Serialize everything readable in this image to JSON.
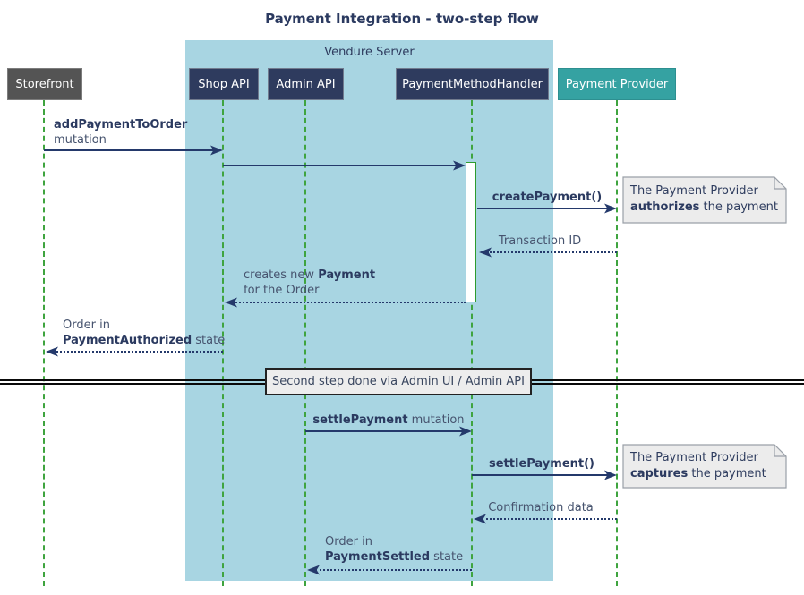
{
  "title": "Payment Integration - two-step flow",
  "container": {
    "label": "Vendure Server"
  },
  "participants": [
    {
      "label": "Storefront"
    },
    {
      "label": "Shop API"
    },
    {
      "label": "Admin API"
    },
    {
      "label": "PaymentMethodHandler"
    },
    {
      "label": "Payment Provider"
    }
  ],
  "messages": [
    {
      "from": "Storefront",
      "to": "Shop API",
      "style": "solid",
      "line1_bold": "addPaymentToOrder",
      "line2": "mutation"
    },
    {
      "from": "Shop API",
      "to": "PaymentMethodHandler",
      "style": "solid",
      "label": ""
    },
    {
      "from": "PaymentMethodHandler",
      "to": "Payment Provider",
      "style": "solid",
      "bold": "createPayment()"
    },
    {
      "from": "Payment Provider",
      "to": "PaymentMethodHandler",
      "style": "dotted",
      "text": "Transaction ID"
    },
    {
      "from": "PaymentMethodHandler",
      "to": "Shop API",
      "style": "dotted",
      "line1_pre": "creates new ",
      "line1_bold": "Payment",
      "line2": "for the Order"
    },
    {
      "from": "Shop API",
      "to": "Storefront",
      "style": "dotted",
      "line1": "Order in",
      "line2_bold": "PaymentAuthorized",
      "line2_post": " state"
    },
    {
      "from": "Admin API",
      "to": "PaymentMethodHandler",
      "style": "solid",
      "bold": "settlePayment",
      "post": " mutation"
    },
    {
      "from": "PaymentMethodHandler",
      "to": "Payment Provider",
      "style": "solid",
      "bold": "settlePayment()"
    },
    {
      "from": "Payment Provider",
      "to": "PaymentMethodHandler",
      "style": "dotted",
      "text": "Confirmation data"
    },
    {
      "from": "PaymentMethodHandler",
      "to": "Admin API",
      "style": "dotted",
      "line1": "Order in",
      "line2_bold": "PaymentSettled",
      "line2_post": " state"
    }
  ],
  "divider": {
    "label": "Second step done via Admin UI / Admin API"
  },
  "notes": [
    {
      "line1": "The Payment Provider",
      "bold": "authorizes",
      "rest": " the payment"
    },
    {
      "line1": "The Payment Provider",
      "bold": "captures",
      "rest": " the payment"
    }
  ],
  "colors": {
    "server_fill": "#A8D5E2",
    "participant_navy": "#2E3B5E",
    "participant_gray": "#545454",
    "participant_teal": "#35A2A2",
    "lifeline_green": "#3FA43F",
    "arrow_navy": "#24396B",
    "note_fill": "#ECECEC",
    "divider_fill": "#EDEDED",
    "text_navy": "#2B3A60"
  }
}
